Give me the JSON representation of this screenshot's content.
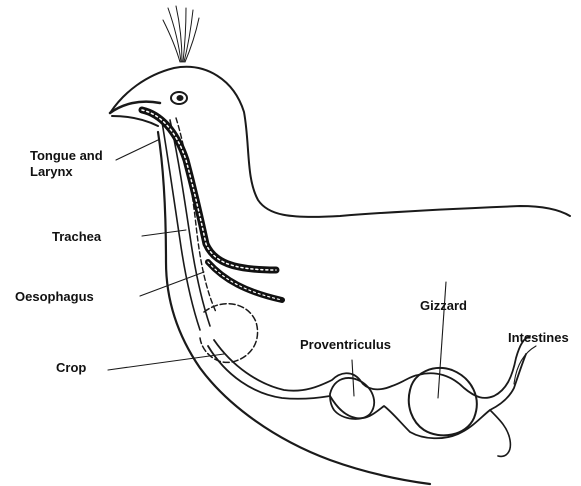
{
  "labels": {
    "tongue_line1": "Tongue and",
    "tongue_line2": "Larynx",
    "trachea": "Trachea",
    "oesophagus": "Oesophagus",
    "crop": "Crop",
    "proventriculus": "Proventriculus",
    "gizzard": "Gizzard",
    "intestines": "Intestines"
  },
  "colors": {
    "ink": "#111111",
    "background": "#ffffff"
  }
}
